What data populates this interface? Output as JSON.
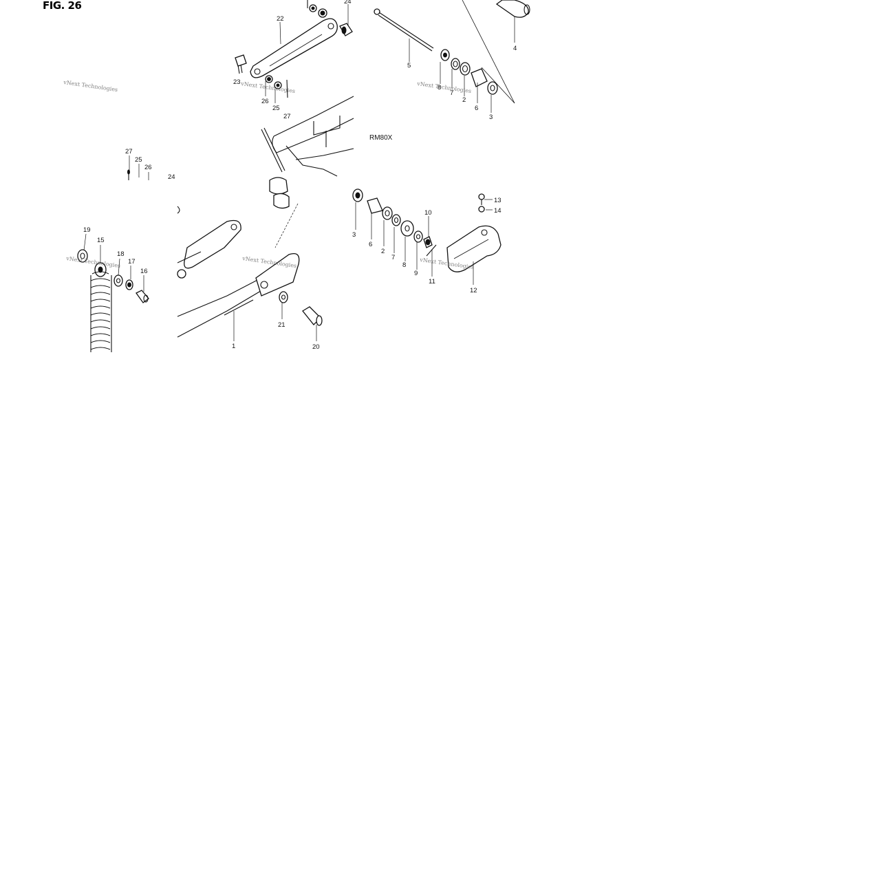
{
  "figure": {
    "title": "FIG. 26",
    "model_label": "RM80X",
    "watermark": "vNext Technologies"
  },
  "callouts": {
    "c1": "1",
    "c2a": "2",
    "c2b": "2",
    "c3a": "3",
    "c3b": "3",
    "c4": "4",
    "c5": "5",
    "c6a": "6",
    "c6b": "6",
    "c7a": "7",
    "c7b": "7",
    "c8a": "8",
    "c8b": "8",
    "c9": "9",
    "c10": "10",
    "c11": "11",
    "c12": "12",
    "c13": "13",
    "c14": "14",
    "c15": "15",
    "c16": "16",
    "c17": "17",
    "c18": "18",
    "c19": "19",
    "c20": "20",
    "c21": "21",
    "c22": "22",
    "c23": "23",
    "c24a": "24",
    "c24b": "24",
    "c25a": "25",
    "c25b": "25",
    "c26a": "26",
    "c26b": "26",
    "c27a": "27",
    "c27b": "27"
  },
  "colors": {
    "ink": "#111111",
    "paper": "#ffffff",
    "watermark": "#555555"
  }
}
